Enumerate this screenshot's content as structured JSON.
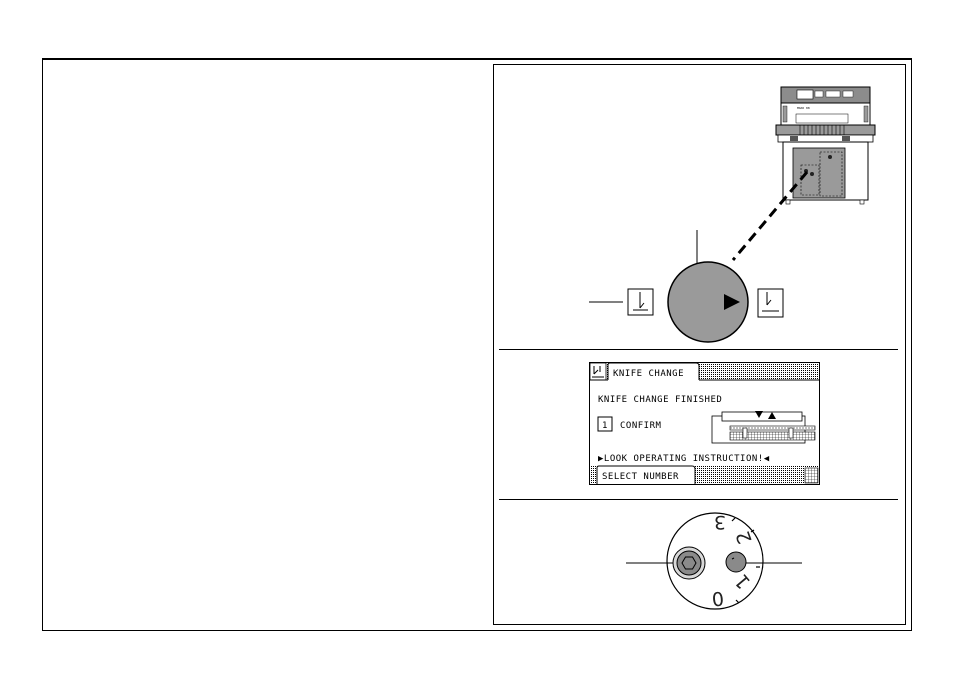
{
  "screen": {
    "tab_label": "KNIFE CHANGE",
    "message": "KNIFE CHANGE FINISHED",
    "option_number": "1",
    "option_label": "CONFIRM",
    "warning": "▶LOOK OPERATING INSTRUCTION!◀",
    "footer_label": "SELECT NUMBER"
  },
  "dial": {
    "numbers": [
      "0",
      "1",
      "2",
      "3"
    ]
  },
  "machine_panel": {
    "model_badge": "MAKO 88"
  },
  "icons": {
    "knife_left": "knife-position-icon",
    "knife_right": "knife-position-icon",
    "selector_direction": "right-arrow-icon"
  }
}
